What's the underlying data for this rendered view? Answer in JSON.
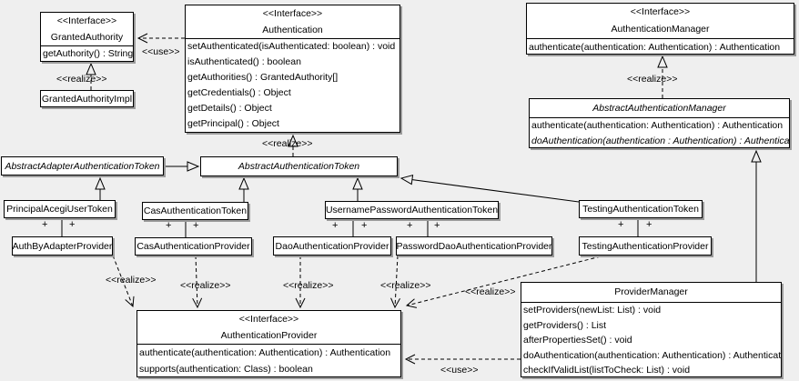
{
  "classes": {
    "granted_authority": {
      "stereotype": "<<Interface>>",
      "name": "GrantedAuthority",
      "methods": [
        "getAuthority() : String"
      ]
    },
    "granted_authority_impl": {
      "name": "GrantedAuthorityImpl"
    },
    "authentication": {
      "stereotype": "<<Interface>>",
      "name": "Authentication",
      "methods": [
        "setAuthenticated(isAuthenticated: boolean) : void",
        "isAuthenticated() : boolean",
        "getAuthorities() : GrantedAuthority[]",
        "getCredentials() : Object",
        "getDetails() : Object",
        "getPrincipal() : Object"
      ]
    },
    "authentication_manager": {
      "stereotype": "<<Interface>>",
      "name": "AuthenticationManager",
      "methods": [
        "authenticate(authentication: Authentication) : Authentication"
      ]
    },
    "abstract_authentication_manager": {
      "name": "AbstractAuthenticationManager",
      "methods": [
        "authenticate(authentication: Authentication) : Authentication",
        "doAuthentication(authentication : Authentication) : Authentication"
      ]
    },
    "abstract_adapter_authentication_token": {
      "name": "AbstractAdapterAuthenticationToken"
    },
    "abstract_authentication_token": {
      "name": "AbstractAuthenticationToken"
    },
    "principal_acegi_user_token": {
      "name": "PrincipalAcegiUserToken"
    },
    "cas_authentication_token": {
      "name": "CasAuthenticationToken"
    },
    "username_password_authentication_token": {
      "name": "UsernamePasswordAuthenticationToken"
    },
    "testing_authentication_token": {
      "name": "TestingAuthenticationToken"
    },
    "auth_by_adapter_provider": {
      "name": "AuthByAdapterProvider"
    },
    "cas_authentication_provider": {
      "name": "CasAuthenticationProvider"
    },
    "dao_authentication_provider": {
      "name": "DaoAuthenticationProvider"
    },
    "password_dao_authentication_provider": {
      "name": "PasswordDaoAuthenticationProvider"
    },
    "testing_authentication_provider": {
      "name": "TestingAuthenticationProvider"
    },
    "authentication_provider": {
      "stereotype": "<<Interface>>",
      "name": "AuthenticationProvider",
      "methods": [
        "authenticate(authentication: Authentication) : Authentication",
        "supports(authentication: Class) : boolean"
      ]
    },
    "provider_manager": {
      "name": "ProviderManager",
      "methods": [
        "setProviders(newList: List) : void",
        "getProviders() : List",
        "afterPropertiesSet() : void",
        "doAuthentication(authentication: Authentication) : Authentication",
        "checkIfValidList(listToCheck: List) : void"
      ]
    }
  },
  "edge_labels": {
    "use": "<<use>>",
    "realize": "<<realize>>",
    "plus": "+"
  }
}
